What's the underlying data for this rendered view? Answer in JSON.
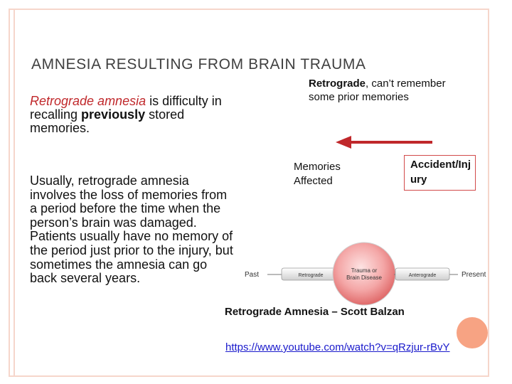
{
  "title": "AMNESIA RESULTING FROM BRAIN TRAUMA",
  "intro": {
    "term": "Retrograde amnesia",
    "text_a": " is difficulty in recalling ",
    "bold": "previously",
    "text_b": " stored memories."
  },
  "body": "Usually, retrograde amnesia involves the loss of memories from a period before the time when the person’s brain was damaged. Patients usually have no memory of the period just prior to the injury, but sometimes the amnesia can go back several years.",
  "retro_note": {
    "bold": "Retrograde",
    "text": ", can’t remember some prior memories"
  },
  "memories_affected": "Memories Affected",
  "accident_label": "Accident/Injury",
  "diagram": {
    "past": "Past",
    "retrograde": "Retrograde",
    "trauma_line1": "Trauma or",
    "trauma_line2": "Brain Disease",
    "anterograde": "Anterograde",
    "present": "Present"
  },
  "caption": "Retrograde Amnesia – Scott Balzan",
  "link": "https://www.youtube.com/watch?v=qRzjur-rBvY",
  "colors": {
    "accent_red": "#c0282b",
    "border_peach": "#f6d6cb",
    "dot_orange": "#f7a383",
    "link_blue": "#1a1acc"
  }
}
